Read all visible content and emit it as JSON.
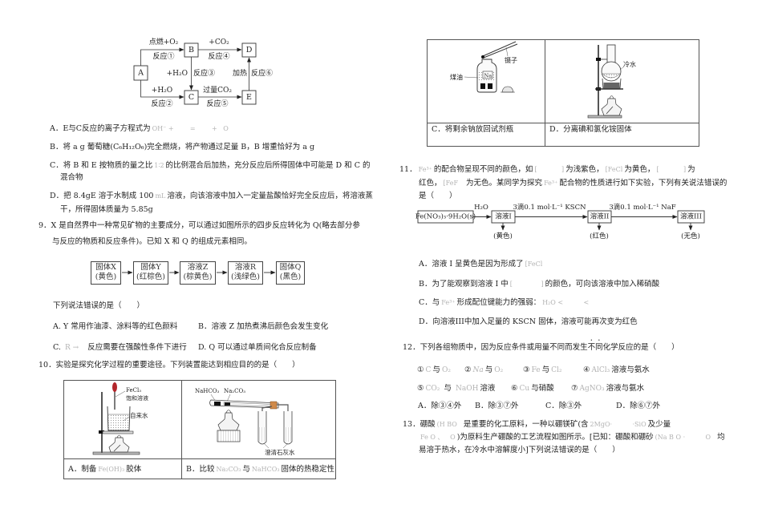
{
  "q8": {
    "diagram": {
      "node_a": "A",
      "node_b": "B",
      "node_c": "C",
      "node_d": "D",
      "node_e": "E",
      "ab_top": "点燃+O₂",
      "ab_bottom": "反应①",
      "bd_top": "+CO₂",
      "bd_bottom": "反应④",
      "bc_left": "+H₂O",
      "bc_right": "反应③",
      "ed_left": "加热",
      "ed_right": "反应⑥",
      "ac_top": "+H₂O",
      "ac_bottom": "反应②",
      "ce_top": "过量CO₂",
      "ce_bottom": "反应⑤"
    },
    "options": {
      "a": {
        "text": "A．E与C反应的离子方程式为",
        "formula": "OH⁻ +        =        +   O"
      },
      "b": {
        "text": "B．将 a g 葡萄糖(C₆H₁₂O₆)完全燃烧，将产物通过足量 B，B 增重恰好为 a g"
      },
      "c": {
        "text1": "C．将 B 和 E 按物质的量之比",
        "formula": "1∶2",
        "text2": "的比例混合后加热，充分反应后所得固体中可能是 D 和 C 的",
        "line2": "混合物"
      },
      "d": {
        "text1": "D．把 8.4gE 溶于水制成 100",
        "formula": "mL",
        "text2": "溶液，向该溶液中加入一定量盐酸恰好完全反应后，将溶液蒸",
        "line2": "干，所得固体质量为 5.85g"
      }
    }
  },
  "q9": {
    "stem_line1": "9．X 是自然界中一种常见矿物的主要成分，可以通过如图所示的四步反应转化为 Q(略去部分参",
    "stem_line2": "与反应的物质和反应条件)。已知 X 和 Q 的组成元素相同。",
    "flow": [
      {
        "name": "固体X",
        "color": "(黄色)"
      },
      {
        "name": "固体Y",
        "color": "(红棕色)"
      },
      {
        "name": "溶液Z",
        "color": "(棕黄色)"
      },
      {
        "name": "溶液R",
        "color": "(浅绿色)"
      },
      {
        "name": "固体Q",
        "color": "(黑色)"
      }
    ],
    "question": "下列说法错误的是（　　）",
    "options": {
      "a": "A. Y 常用作油漆、涂料等的红色颜料",
      "b": "B．溶液 Z 加热煮沸后颜色会发生变化",
      "c_prefix": "C.",
      "c_formula": "R →",
      "c_text": "反应需要在强酸性条件下进行",
      "d": "D. Q 可以通过单质间化合反应制备"
    }
  },
  "q10": {
    "stem": "10．实验是探究化学过程的重要途径。下列装置能达到相应目的的是（　　）",
    "cells": {
      "a": {
        "prefix": "A．制备",
        "formula": "Fe(OH)₃",
        "suffix": "胶体",
        "labels": {
          "fecl3": "FeCl₃",
          "saturated": "饱和溶液",
          "tap_water": "自来水"
        }
      },
      "b": {
        "prefix": "B．比较",
        "formula1": "Na₂CO₃",
        "mid": "与",
        "formula2": "NaHCO₃",
        "suffix": "固体的热稳定性",
        "labels": {
          "nahco3": "NaHCO₃",
          "na2co3": "Na₂CO₃",
          "limewater": "澄清石灰水"
        }
      },
      "c": {
        "caption": "C．将剩余钠放回试剂瓶",
        "labels": {
          "tweezers": "镊子",
          "kerosene": "煤油",
          "sodium": "Na"
        }
      },
      "d": {
        "caption": "D．分离碘和氯化铵固体",
        "labels": {
          "cold_water": "冷水"
        }
      }
    }
  },
  "q11": {
    "num": "11．",
    "line1": {
      "f1": "Fe³⁺",
      "t1": "的配合物呈现不同的颜色，如",
      "f2": "[            ]",
      "t2": "为浅紫色，",
      "f3": "[FeCl",
      "t3": "为黄色，",
      "f4": "[            ]",
      "t4": "为"
    },
    "line2": {
      "t1": "红色，",
      "f1": "[FeF",
      "t2": "为无色。某同学为探究",
      "f2": "Fe³⁺",
      "t3": "配合物的性质进行如下实验，下列有关说法错误的"
    },
    "line3": "是（　　）",
    "flow": {
      "start": "Fe(NO₃)₃·9H₂O(s)",
      "step1": "H₂O",
      "sol1": "溶液I",
      "step2": "3滴0.1 mol·L⁻¹ KSCN",
      "sol2": "溶液II",
      "step3": "3滴0.1 mol·L⁻¹ NaF",
      "sol3": "溶液III",
      "color1": "(黄色)",
      "color2": "(红色)",
      "color3": "(无色)"
    },
    "options": {
      "a": {
        "text": "A．溶液 I 呈黄色是因为形成了",
        "formula": "[FeCl"
      },
      "b": {
        "text1": "B．为了能观察到溶液 I 中",
        "formula": "[              ]",
        "text2": "的颜色，可向该溶液中加入稀硝酸"
      },
      "c": {
        "text1": "C．与",
        "formula1": "Fe³⁺",
        "text2": "形成配位键能力的强弱：",
        "formula2": "H₂O <          <"
      },
      "d": {
        "text": "D．向溶液III中加入足量的 KSCN 固体，溶液可能再次变为红色"
      }
    }
  },
  "q12": {
    "stem_before": "12．下列各组物质中，因为反应条件或用量不同而发生",
    "stem_emph": "不同",
    "stem_after": "化学反应的是（　　）",
    "items": [
      {
        "num": "①",
        "a": "C",
        "mid": "与",
        "b": "O₂",
        "tail": ""
      },
      {
        "num": "②",
        "a": "Na",
        "mid": "与",
        "b": "O₂",
        "tail": ""
      },
      {
        "num": "③",
        "a": "Fe",
        "mid": "与",
        "b": "Cl₂",
        "tail": ""
      },
      {
        "num": "④",
        "a": "AlCl₃",
        "mid": "",
        "b": "",
        "tail": "溶液与氨水"
      },
      {
        "num": "⑤",
        "a": "CO₂",
        "mid": " 与 ",
        "b": "NaOH",
        "tail": "溶液"
      },
      {
        "num": "⑥",
        "a": "Cu",
        "mid": "与硝酸",
        "b": "",
        "tail": ""
      },
      {
        "num": "⑦",
        "a": "AgNO₃",
        "mid": "",
        "b": "",
        "tail": "溶液与氨水"
      }
    ],
    "options": {
      "a": "A．除③④外",
      "b": "B．除③⑦外",
      "c": "C．除③外",
      "d": "D．除⑥⑦外"
    }
  },
  "q13": {
    "line1": {
      "t1": "13．硼酸",
      "f1": "(H BO",
      "t2": "是重要的化工原料，一种以硼镁矿(含",
      "f2": "2MgO·          ·SiO",
      "t3": "及少量"
    },
    "line2": {
      "f1": "Fe O 、   O",
      "t1": ")为原料生产硼酸的工艺流程如图所示。[已知：硼酸和硼砂",
      "f2": "(Na B O ·          O",
      "t2": "均"
    },
    "line3": "易溶于热水，在冷水中溶解度小]下列说法错误的是（　　）"
  }
}
